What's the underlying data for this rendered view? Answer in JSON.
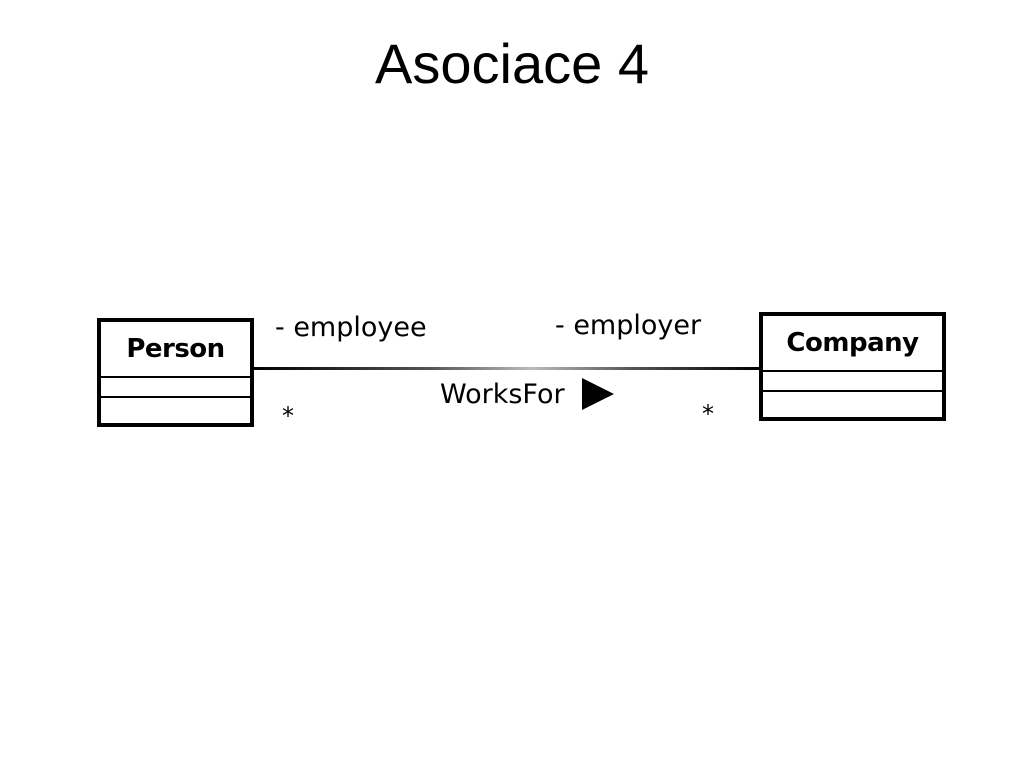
{
  "title": "Asociace 4",
  "diagram": {
    "classes": {
      "person": {
        "name": "Person"
      },
      "company": {
        "name": "Company"
      }
    },
    "association": {
      "name": "WorksFor",
      "direction_icon": "right-triangle-arrow-icon",
      "left_end": {
        "role": "- employee",
        "multiplicity": "*"
      },
      "right_end": {
        "role": "- employer",
        "multiplicity": "*"
      }
    }
  }
}
